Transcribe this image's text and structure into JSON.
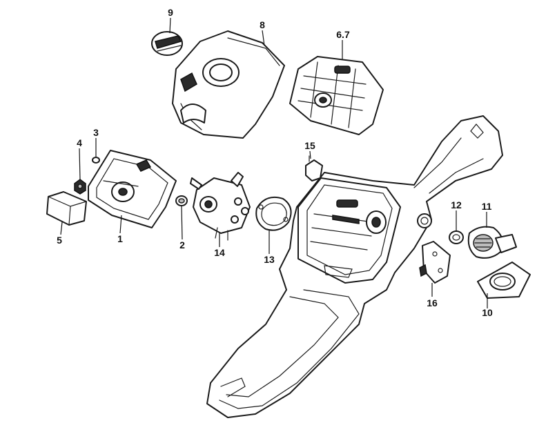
{
  "diagram": {
    "callouts": [
      {
        "id": "c9",
        "text": "9"
      },
      {
        "id": "c8",
        "text": "8"
      },
      {
        "id": "c67",
        "text": "6.7"
      },
      {
        "id": "c4",
        "text": "4"
      },
      {
        "id": "c3",
        "text": "3"
      },
      {
        "id": "c5",
        "text": "5"
      },
      {
        "id": "c1",
        "text": "1"
      },
      {
        "id": "c2",
        "text": "2"
      },
      {
        "id": "c14",
        "text": "14"
      },
      {
        "id": "c13",
        "text": "13"
      },
      {
        "id": "c15",
        "text": "15"
      },
      {
        "id": "c12",
        "text": "12"
      },
      {
        "id": "c11",
        "text": "11"
      },
      {
        "id": "c16",
        "text": "16"
      },
      {
        "id": "c10",
        "text": "10"
      }
    ]
  }
}
